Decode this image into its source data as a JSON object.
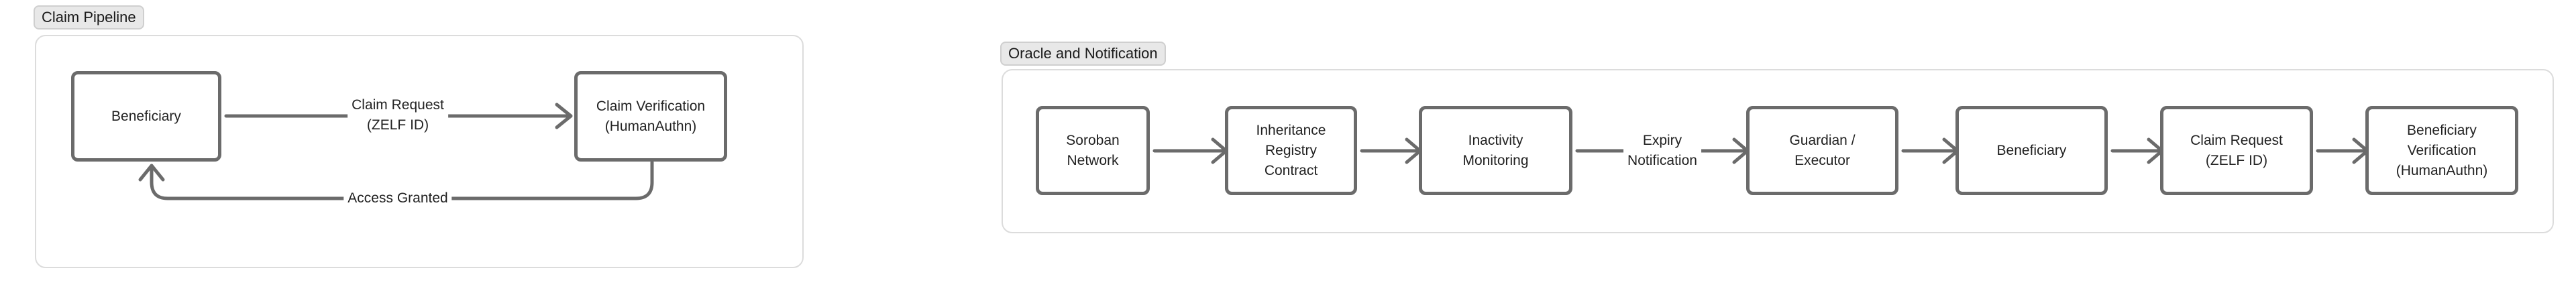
{
  "groups": {
    "claim_pipeline": {
      "title": "Claim Pipeline",
      "nodes": {
        "beneficiary": "Beneficiary",
        "claim_verification": "Claim Verification\n(HumanAuthn)"
      },
      "edges": {
        "claim_request": "Claim Request\n(ZELF ID)",
        "access_granted": "Access Granted"
      }
    },
    "oracle_notification": {
      "title": "Oracle and Notification",
      "nodes": {
        "soroban": "Soroban\nNetwork",
        "registry": "Inheritance\nRegistry\nContract",
        "inactivity": "Inactivity\nMonitoring",
        "guardian": "Guardian /\nExecutor",
        "beneficiary": "Beneficiary",
        "claim_request": "Claim Request\n(ZELF ID)",
        "beneficiary_verification": "Beneficiary\nVerification\n(HumanAuthn)"
      },
      "edges": {
        "expiry_notification": "Expiry\nNotification"
      }
    }
  },
  "colors": {
    "node_border": "#6b6b6b",
    "group_border": "#dcdcdc",
    "tag_background": "#e8e8e8"
  }
}
